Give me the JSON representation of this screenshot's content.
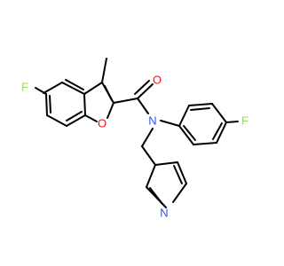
{
  "molecule": {
    "colors": {
      "bond": "#000000",
      "F": "#90e050",
      "O": "#ff0d0d",
      "N": "#3050f8"
    },
    "atoms": {
      "F_left": "F",
      "F_right": "F",
      "O_carbonyl": "O",
      "O_ring": "O",
      "N_amide": "N",
      "N_pyridine": "N"
    }
  }
}
